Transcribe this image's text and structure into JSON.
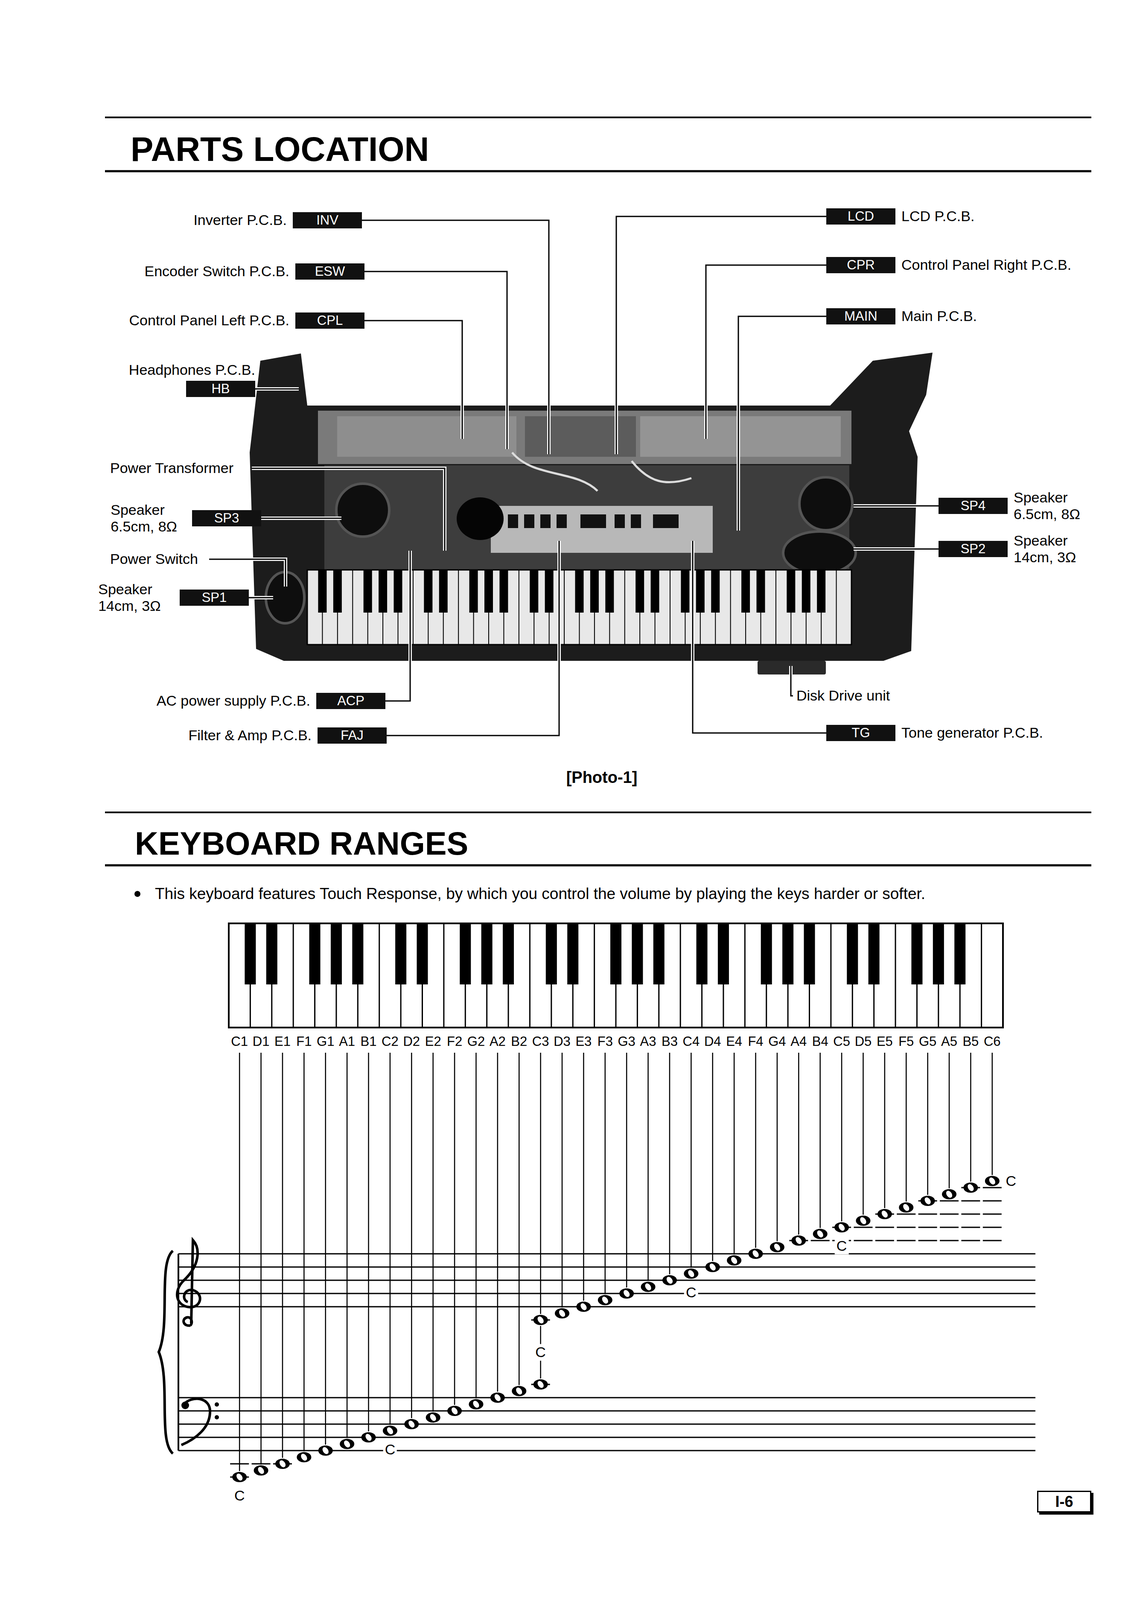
{
  "diagram": {
    "title": "PARTS LOCATION",
    "caption": "[Photo-1]",
    "nodes": [
      {
        "text": [
          "Inverter P.C.B.",
          "INV"
        ]
      },
      {
        "text": [
          "LCD",
          "LCD P.C.B."
        ]
      },
      {
        "text": [
          "Encoder Switch P.C.B.",
          "ESW"
        ]
      },
      {
        "text": [
          "CPR",
          "Control Panel Right P.C.B."
        ]
      },
      {
        "text": [
          "Control Panel Left P.C.B.",
          "CPL"
        ]
      },
      {
        "text": [
          "MAIN",
          "Main P.C.B."
        ]
      },
      {
        "text": [
          "Headphones P.C.B.",
          "HB"
        ]
      },
      {
        "text": [
          "Speaker 6.5cm, 8Ω",
          "SP3"
        ]
      },
      {
        "text": [
          "SP4",
          "Speaker 6.5cm, 8Ω"
        ]
      },
      {
        "text": [
          "SP2",
          "Speaker 14cm, 3Ω"
        ]
      },
      {
        "text": [
          "Speaker 14cm, 3Ω",
          "SP1"
        ]
      },
      {
        "text": [
          "AC power supply P.C.B.",
          "ACP"
        ]
      },
      {
        "text": [
          "Filter & Amp P.C.B.",
          "FAJ"
        ]
      },
      {
        "text": [
          "TG",
          "Tone generator P.C.B."
        ]
      },
      {
        "text": [
          "I-6"
        ]
      }
    ],
    "labels": [
      "Power Transformer",
      "Power Switch",
      "Disk Drive unit",
      "KEYBOARD RANGES",
      "This keyboard features Touch Response, by which you control the volume by playing the keys harder or softer.",
      "C1",
      "D1",
      "E1",
      "F1",
      "G1",
      "A1",
      "B1",
      "C2",
      "D2",
      "E2",
      "F2",
      "G2",
      "A2",
      "B2",
      "C3",
      "D3",
      "E3",
      "F3",
      "G3",
      "A3",
      "B3",
      "C4",
      "D4",
      "E4",
      "F4",
      "G4",
      "A4",
      "B4",
      "C5",
      "D5",
      "E5",
      "F5",
      "G5",
      "A5",
      "B5",
      "C6",
      "C",
      "C",
      "C",
      "C",
      "C",
      "C"
    ]
  }
}
